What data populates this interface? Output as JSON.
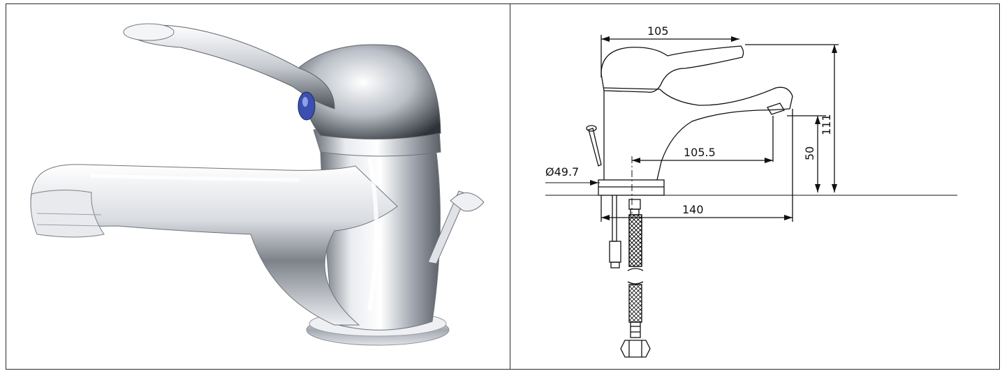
{
  "drawing": {
    "dim_top_width": "105",
    "dim_spout_reach": "105.5",
    "dim_base_diameter": "Ø49.7",
    "dim_total_reach": "140",
    "dim_outlet_height": "50",
    "dim_total_height": "111"
  },
  "colors": {
    "chrome_light": "#f4f5f7",
    "chrome_mid": "#b7bcc4",
    "chrome_dark": "#3b3f46",
    "hot_cold_indicator": "#3b4fae",
    "line": "#111111"
  }
}
